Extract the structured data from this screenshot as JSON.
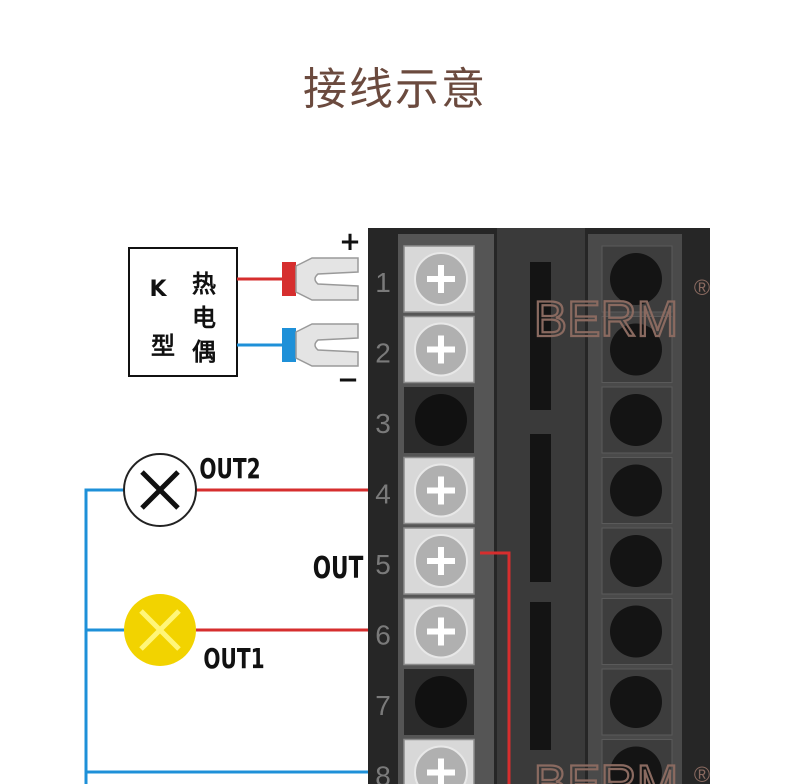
{
  "title": "接线示意",
  "sensor": {
    "type": "K",
    "char_xing": "型",
    "char_re": "热",
    "char_dian": "电",
    "char_ou": "偶"
  },
  "polarity": {
    "plus": "+",
    "minus": "−"
  },
  "terminal_numbers": [
    "1",
    "2",
    "3",
    "4",
    "5",
    "6",
    "7",
    "8"
  ],
  "labels": {
    "out2": "OUT2",
    "out": "OUT",
    "out1": "OUT1"
  },
  "brand": {
    "name": "BERM",
    "mark": "®"
  },
  "colors": {
    "title": "#6b4a3e",
    "red_wire": "#d62e2e",
    "blue_wire": "#1e90d8",
    "lamp_yellow": "#f2d300",
    "block_dark": "#2a2a2a"
  }
}
